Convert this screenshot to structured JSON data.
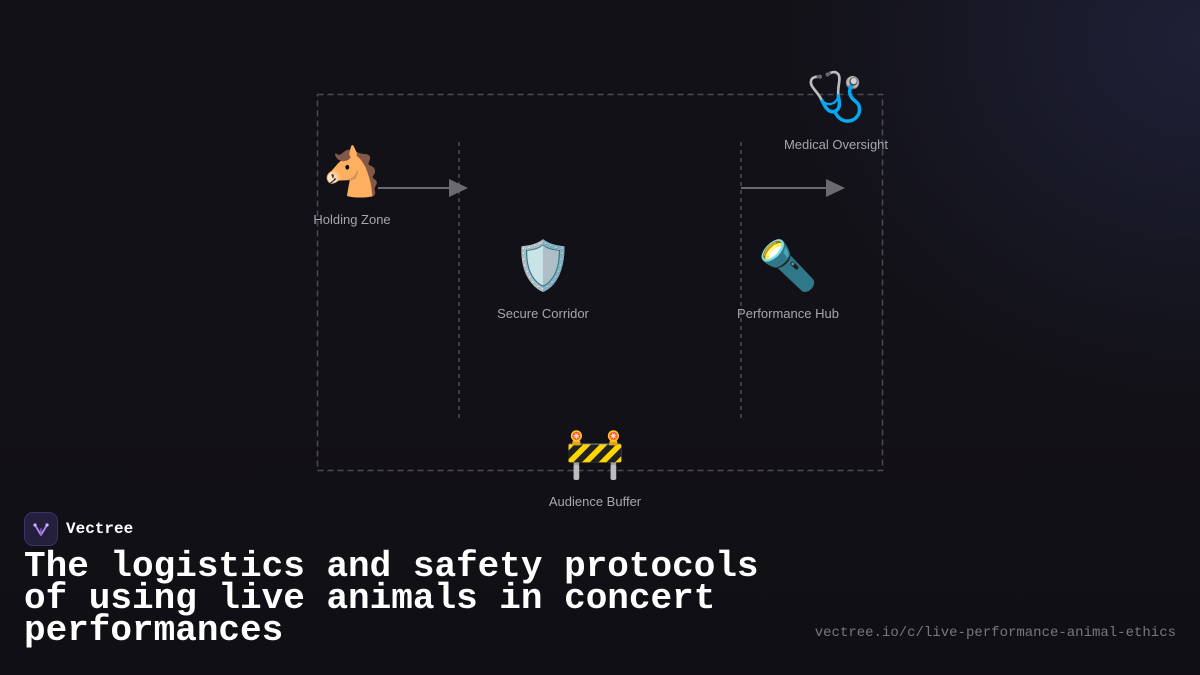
{
  "diagram": {
    "nodes": [
      {
        "id": "holding",
        "label": "Holding Zone",
        "icon": "horse-icon",
        "glyph": "🐴"
      },
      {
        "id": "corridor",
        "label": "Secure Corridor",
        "icon": "shield-icon",
        "glyph": "🛡️"
      },
      {
        "id": "buffer",
        "label": "Audience Buffer",
        "icon": "barrier-icon",
        "glyph": "🚧"
      },
      {
        "id": "hub",
        "label": "Performance Hub",
        "icon": "flashlight-icon",
        "glyph": "🔦"
      },
      {
        "id": "medical",
        "label": "Medical Oversight",
        "icon": "stethoscope-icon",
        "glyph": "🩺"
      }
    ],
    "colors": {
      "connector": "#6a6a70",
      "boundary": "#4a4a50",
      "label": "#a6a6ad"
    }
  },
  "brand": {
    "name": "Vectree",
    "logo_icon": "vectree-logo-icon",
    "accent": "#b58cf0"
  },
  "headline": "The logistics and safety protocols of using live animals in concert performances",
  "url": "vectree.io/c/live-performance-animal-ethics"
}
